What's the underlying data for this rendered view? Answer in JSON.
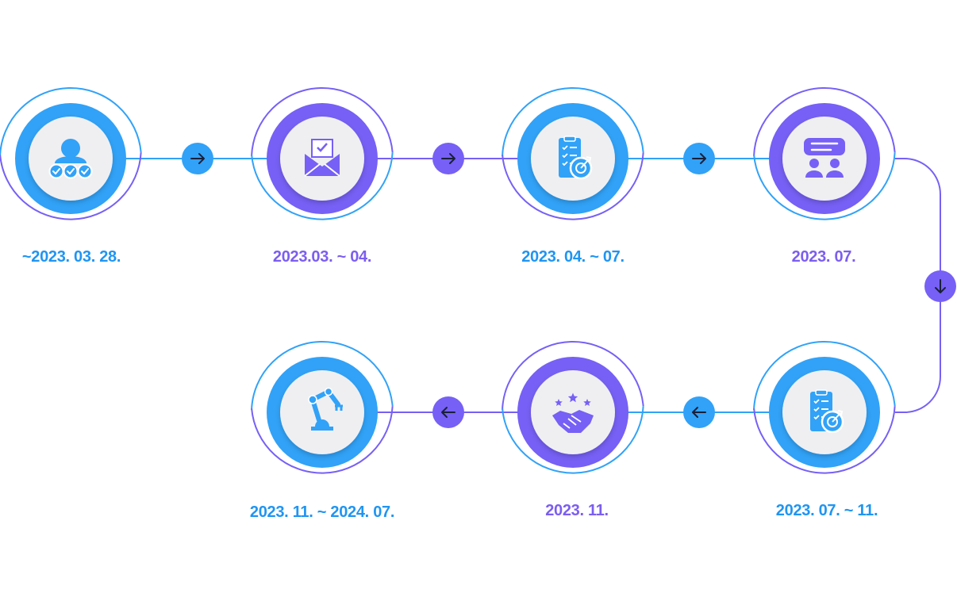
{
  "colors": {
    "blue": "#31a2f7",
    "purple": "#7660f5",
    "inner": "#efeff2",
    "blue_text": "#1f95f2",
    "purple_text": "#7b5ef0",
    "arrow_glyph": "#1a1f3a"
  },
  "steps": [
    {
      "label": "~2023. 03. 28.",
      "theme": "blue",
      "icon": "user-checks-icon"
    },
    {
      "label": "2023.03. ~ 04.",
      "theme": "purple",
      "icon": "mail-check-icon"
    },
    {
      "label": "2023. 04. ~ 07.",
      "theme": "blue",
      "icon": "checklist-target-icon"
    },
    {
      "label": "2023. 07.",
      "theme": "purple",
      "icon": "meeting-icon"
    },
    {
      "label": "2023. 07. ~ 11.",
      "theme": "blue",
      "icon": "checklist-target-icon"
    },
    {
      "label": "2023. 11.",
      "theme": "purple",
      "icon": "handshake-stars-icon"
    },
    {
      "label": "2023. 11. ~ 2024. 07.",
      "theme": "blue",
      "icon": "robot-arm-icon"
    }
  ],
  "connectors": [
    {
      "from": 0,
      "to": 1,
      "direction": "right",
      "theme": "blue"
    },
    {
      "from": 1,
      "to": 2,
      "direction": "right",
      "theme": "purple"
    },
    {
      "from": 2,
      "to": 3,
      "direction": "right",
      "theme": "blue"
    },
    {
      "from": 3,
      "to": 4,
      "direction": "down",
      "theme": "purple"
    },
    {
      "from": 4,
      "to": 5,
      "direction": "left",
      "theme": "blue"
    },
    {
      "from": 5,
      "to": 6,
      "direction": "left",
      "theme": "purple"
    }
  ]
}
